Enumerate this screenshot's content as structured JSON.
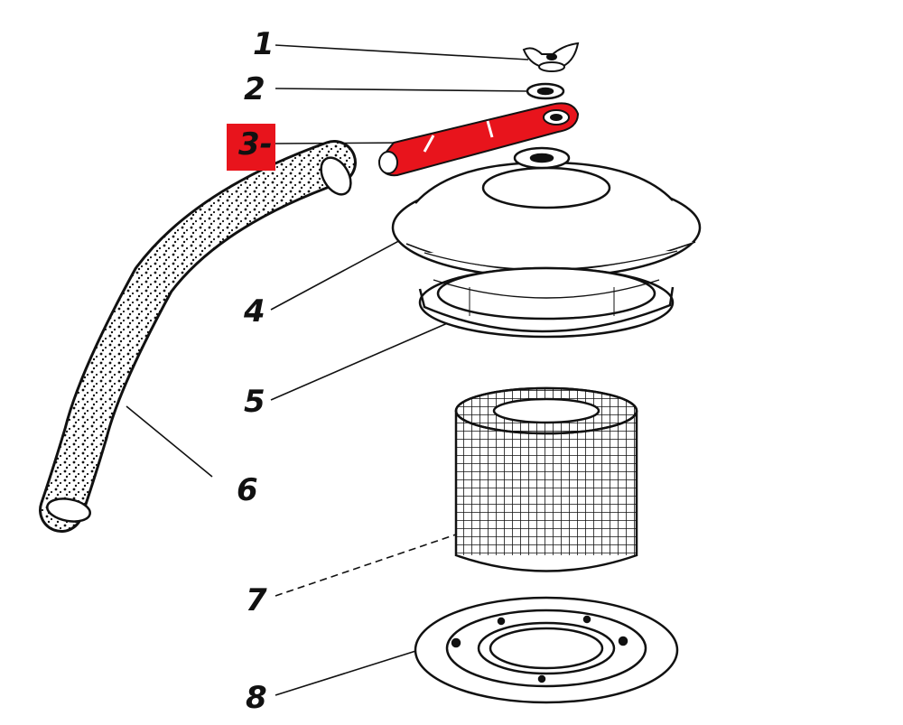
{
  "labels": [
    {
      "id": "1",
      "text": "1"
    },
    {
      "id": "2",
      "text": "2"
    },
    {
      "id": "3",
      "text": "3-"
    },
    {
      "id": "4",
      "text": "4"
    },
    {
      "id": "5",
      "text": "5"
    },
    {
      "id": "6",
      "text": "6"
    },
    {
      "id": "7",
      "text": "7"
    },
    {
      "id": "8",
      "text": "8"
    }
  ],
  "parts": [
    {
      "id": "1",
      "name": "wing-nut"
    },
    {
      "id": "2",
      "name": "washer"
    },
    {
      "id": "3",
      "name": "bracket-strap"
    },
    {
      "id": "4",
      "name": "filter-cover"
    },
    {
      "id": "5",
      "name": "filter-housing-ring"
    },
    {
      "id": "6",
      "name": "hose"
    },
    {
      "id": "7",
      "name": "filter-element"
    },
    {
      "id": "8",
      "name": "base-plate"
    }
  ],
  "colors": {
    "highlight": "#e8141c",
    "ink": "#111111",
    "background": "#ffffff"
  }
}
